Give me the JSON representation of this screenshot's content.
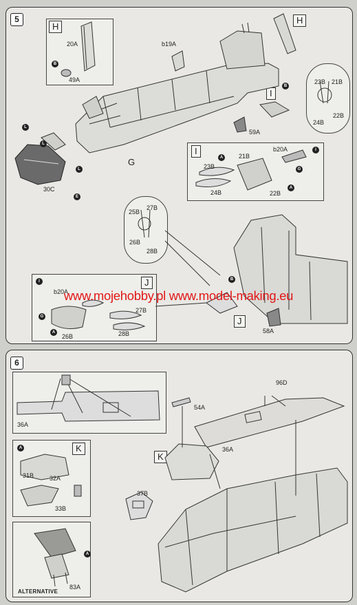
{
  "steps": {
    "step5": "5",
    "step6": "6"
  },
  "subassemblies": [
    "H",
    "I",
    "J",
    "K",
    "G"
  ],
  "parts5": {
    "p20A": "20A",
    "p49A": "49A",
    "b19A": "b19A",
    "p30C": "30C",
    "p59A": "59A",
    "p23B": "23B",
    "p21B": "21B",
    "p24B": "24B",
    "p22B": "22B",
    "b20A": "b20A",
    "p25B": "25B",
    "p27B": "27B",
    "p26B": "26B",
    "p28B": "28B",
    "p58A": "58A"
  },
  "parts6": {
    "p36A": "36A",
    "p96D": "96D",
    "p54A": "54A",
    "p31B": "31B",
    "p32A": "32A",
    "p33B": "33B",
    "p37B": "37B",
    "p83A": "83A"
  },
  "callouts": [
    "B",
    "L",
    "E",
    "A",
    "G",
    "I"
  ],
  "alternative": "ALTERNATIVE",
  "watermark": "www.mojehobby.pl www.model-making.eu",
  "colors": {
    "paper": "#e9e8e4",
    "line": "#333333",
    "watermark": "#e11818",
    "canopy": "#6a6a6a"
  }
}
